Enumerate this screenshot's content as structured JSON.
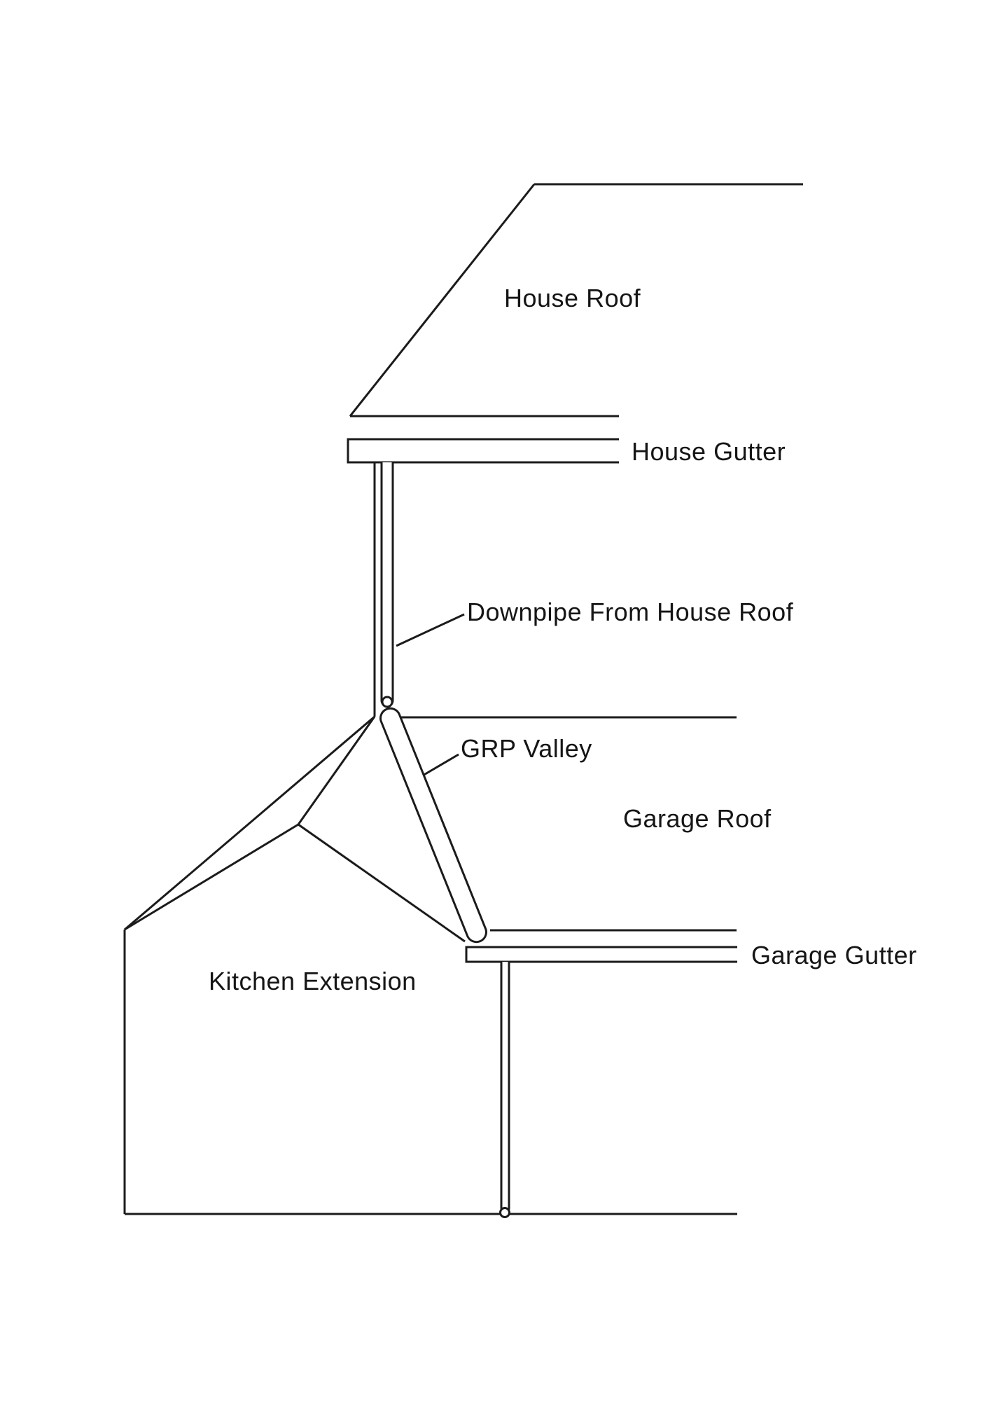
{
  "diagram": {
    "type": "roof-drainage-elevation-diagram",
    "labels": {
      "house_roof": "House Roof",
      "house_gutter": "House Gutter",
      "downpipe_from_house_roof": "Downpipe From House Roof",
      "grp_valley": "GRP Valley",
      "garage_roof": "Garage Roof",
      "garage_gutter": "Garage Gutter",
      "kitchen_extension": "Kitchen Extension"
    },
    "colors": {
      "line": "#1b1b1b",
      "text": "#151515",
      "background": "#ffffff"
    }
  }
}
